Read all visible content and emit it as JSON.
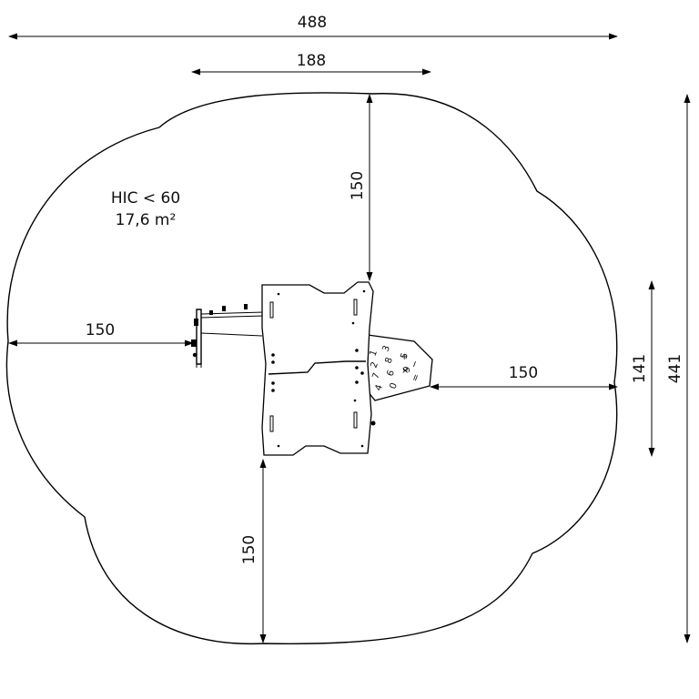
{
  "info": {
    "hic": "HIC < 60",
    "area": "17,6 m²"
  },
  "dimensions": {
    "total_width": "488",
    "equipment_width": "188",
    "top_clearance": "150",
    "left_clearance": "150",
    "right_clearance": "150",
    "bottom_clearance": "150",
    "equipment_depth": "141",
    "total_depth": "441"
  },
  "panel_glyphs": {
    "chars": [
      "1",
      "2",
      "7",
      "4",
      "3",
      "8",
      "6",
      "0",
      "5",
      "9",
      "+",
      "×",
      "−",
      "="
    ]
  }
}
